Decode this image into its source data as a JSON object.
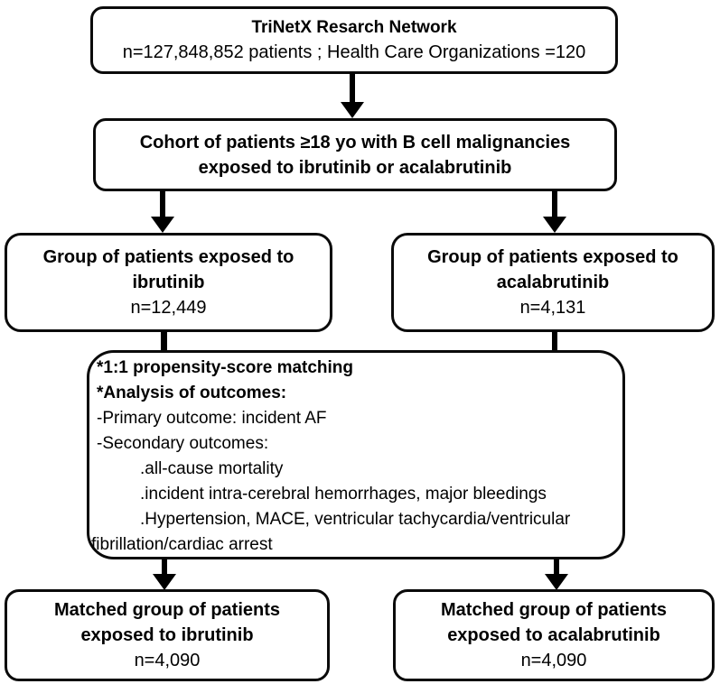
{
  "figure": {
    "background": "#ffffff",
    "line_color": "#000000",
    "boxes": {
      "network": {
        "title": "TriNetX Resarch Network",
        "subtitle": "n=127,848,852 patients ; Health Care Organizations =120"
      },
      "cohort": {
        "line1": "Cohort of patients ≥18 yo with B cell malignancies",
        "line2": "exposed to ibrutinib or acalabrutinib"
      },
      "group_ibrutinib": {
        "line1": "Group of patients exposed to",
        "line2": "ibrutinib",
        "count": "n=12,449"
      },
      "group_acalabrutinib": {
        "line1": "Group of patients exposed to",
        "line2": "acalabrutinib",
        "count": "n=4,131"
      },
      "analysis": {
        "line1": "*1:1 propensity-score matching",
        "line2": "*Analysis of outcomes:",
        "line3": "-Primary outcome: incident AF",
        "line4": "-Secondary outcomes:",
        "line5": ".all-cause mortality",
        "line6": ".incident intra-cerebral hemorrhages, major bleedings",
        "line7": ".Hypertension, MACE, ventricular tachycardia/ventricular",
        "line8": "fibrillation/cardiac arrest"
      },
      "matched_ibrutinib": {
        "line1": "Matched group of patients",
        "line2": "exposed to ibrutinib",
        "count": "n=4,090"
      },
      "matched_acalabrutinib": {
        "line1": "Matched group of patients",
        "line2": "exposed to acalabrutinib",
        "count": "n=4,090"
      }
    }
  }
}
